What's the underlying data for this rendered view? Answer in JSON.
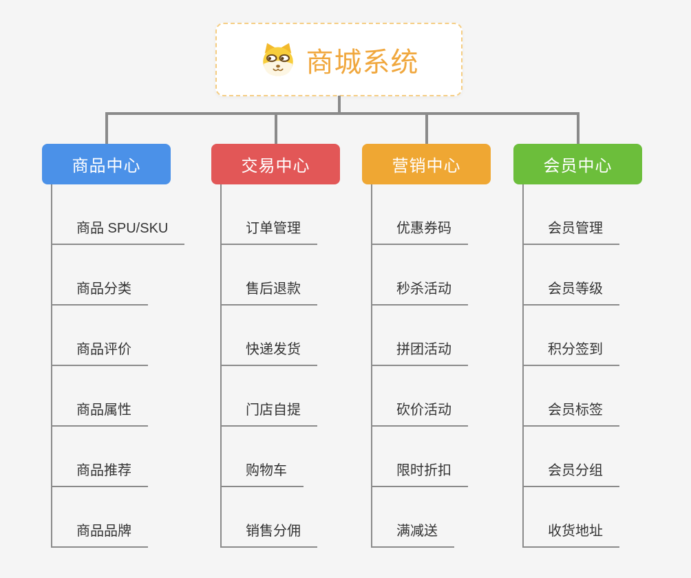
{
  "root": {
    "title": "商城系统",
    "icon": "shiba-dog-icon"
  },
  "branches": [
    {
      "label": "商品中心",
      "color": "#4B91E8",
      "children": [
        "商品 SPU/SKU",
        "商品分类",
        "商品评价",
        "商品属性",
        "商品推荐",
        "商品品牌"
      ]
    },
    {
      "label": "交易中心",
      "color": "#E25757",
      "children": [
        "订单管理",
        "售后退款",
        "快递发货",
        "门店自提",
        "购物车",
        "销售分佣"
      ]
    },
    {
      "label": "营销中心",
      "color": "#EFA733",
      "children": [
        "优惠券码",
        "秒杀活动",
        "拼团活动",
        "砍价活动",
        "限时折扣",
        "满减送"
      ]
    },
    {
      "label": "会员中心",
      "color": "#6CBE3B",
      "children": [
        "会员管理",
        "会员等级",
        "积分签到",
        "会员标签",
        "会员分组",
        "收货地址"
      ]
    }
  ],
  "colors": {
    "background": "#F5F5F5",
    "connector": "#8A8A8A",
    "item_line": "#8A8A8A",
    "item_text": "#333333",
    "root_accent": "#F0A73D",
    "root_border": "#F5CD82"
  }
}
